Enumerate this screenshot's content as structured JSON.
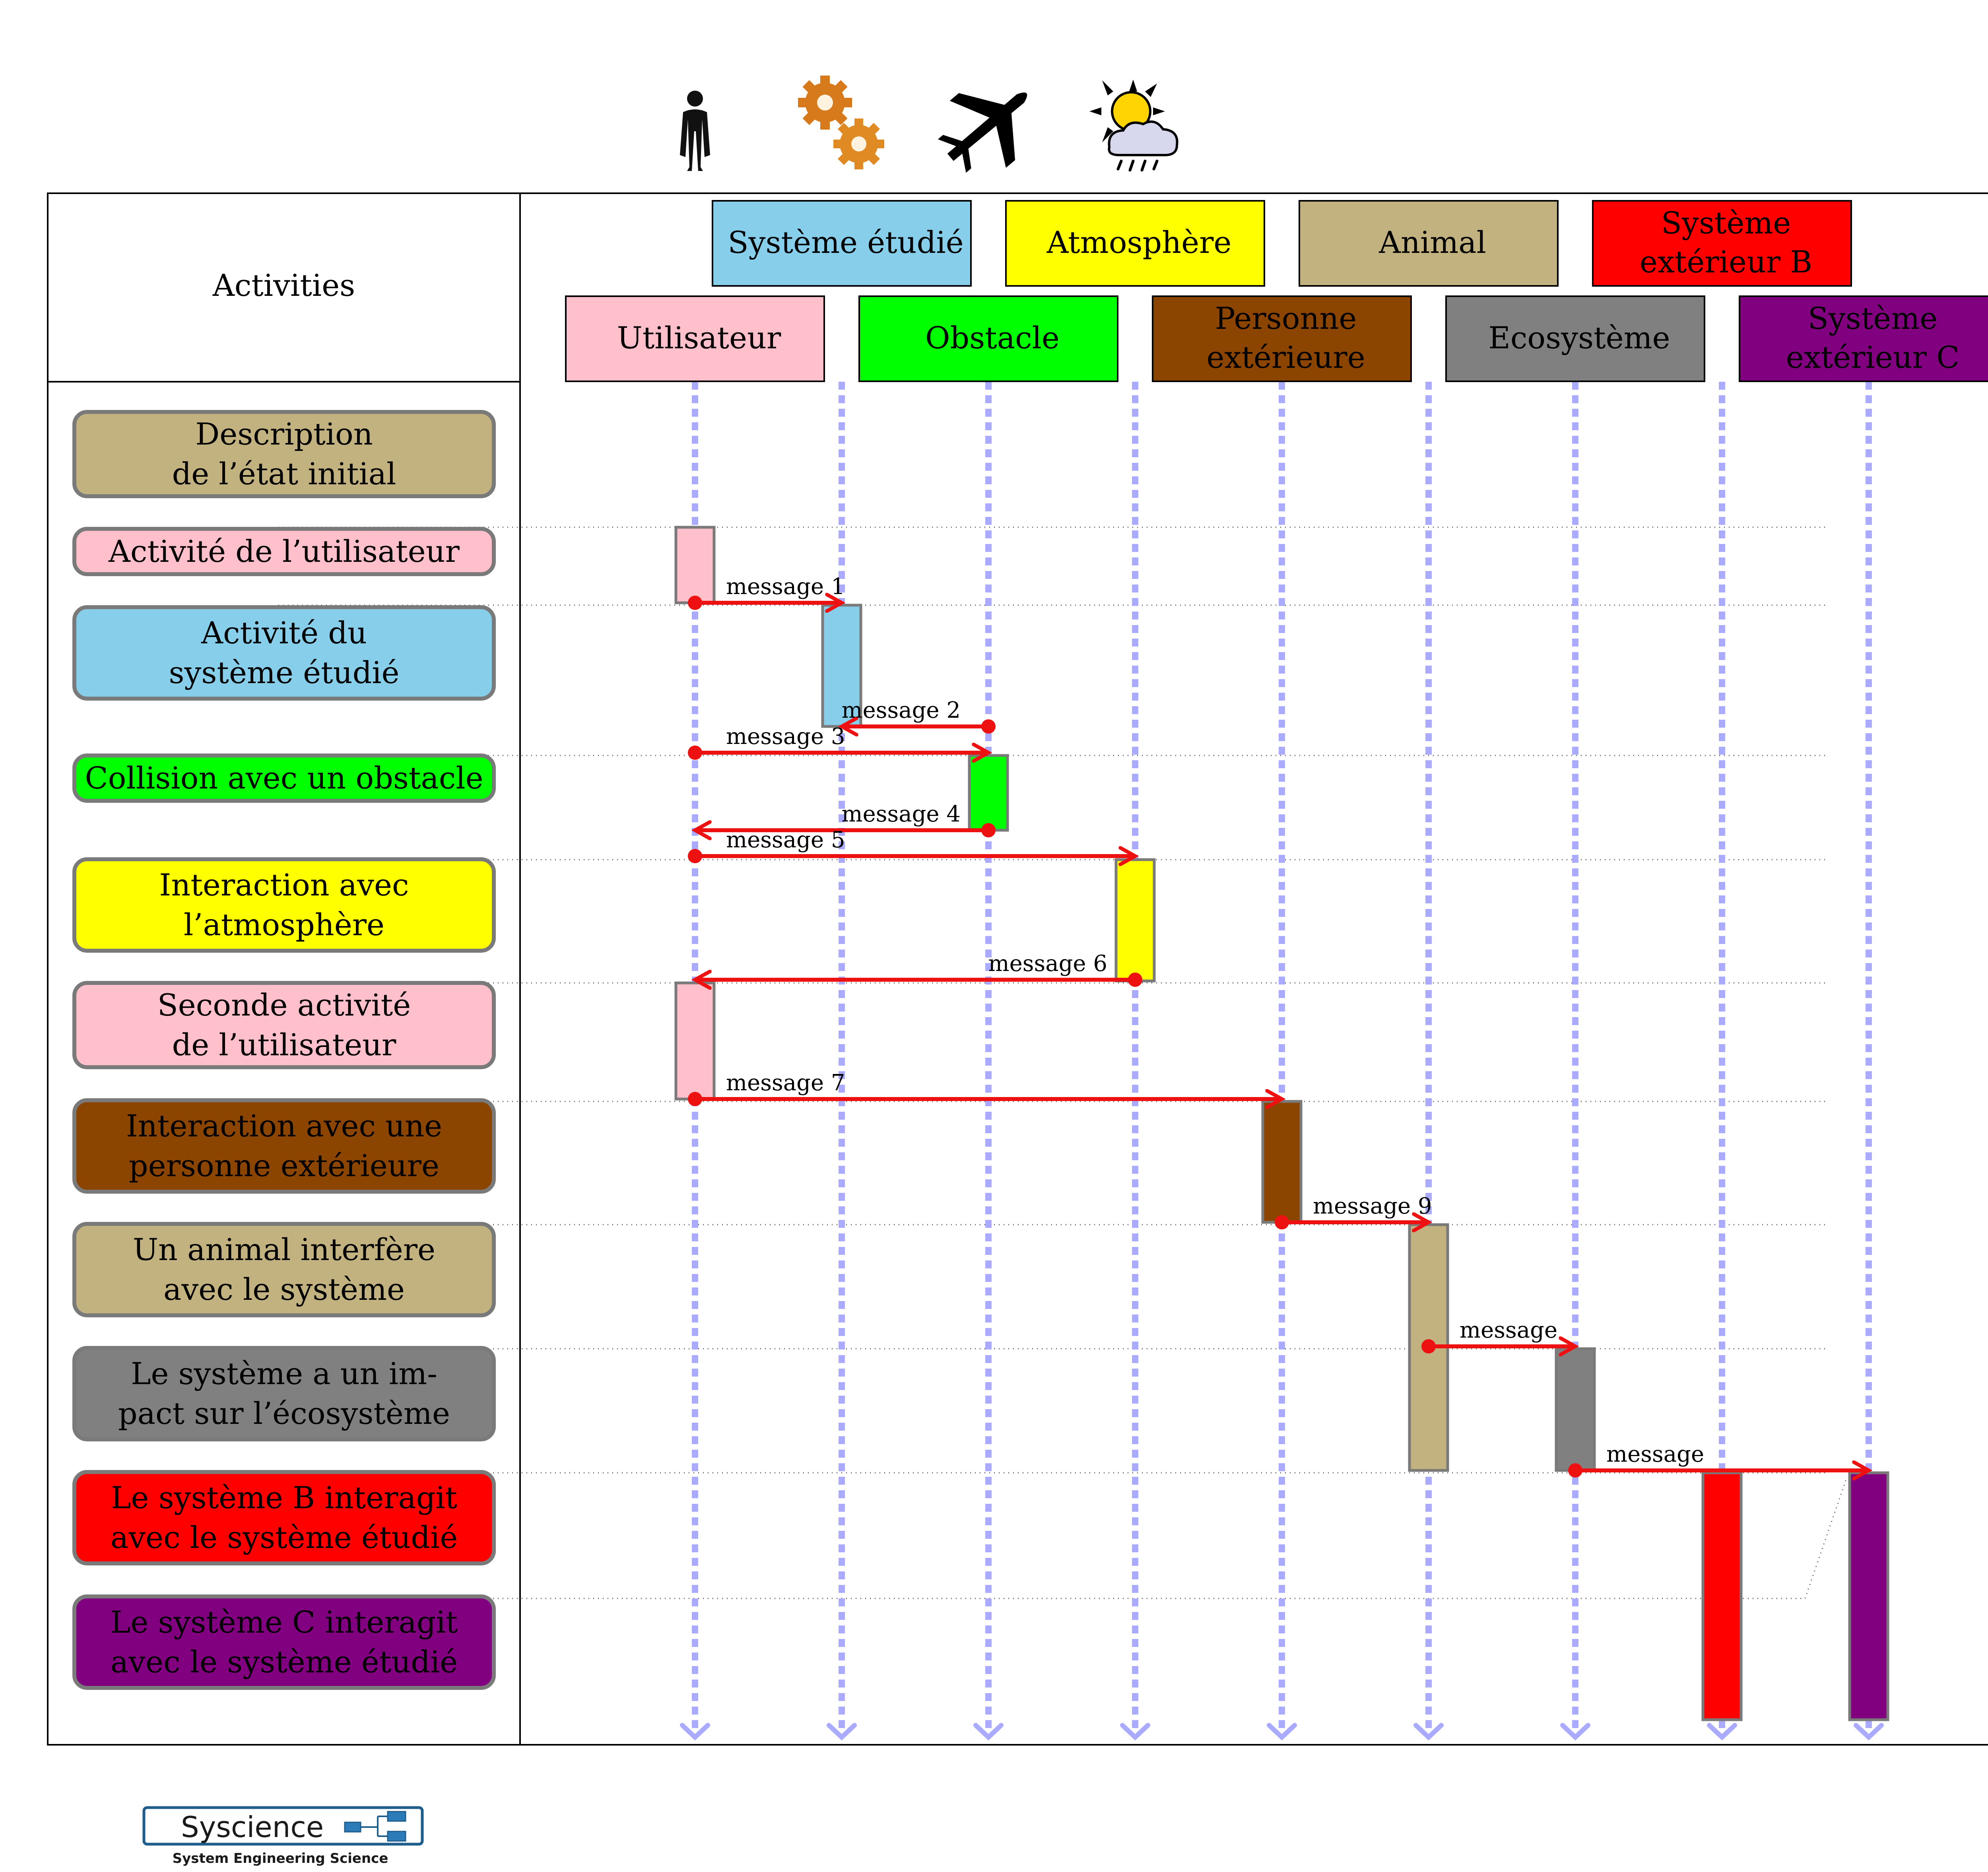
{
  "header": {
    "activities_title": "Activities"
  },
  "top_icons": [
    "human-figure-icon",
    "gears-icon",
    "airplane-icon",
    "weather-sun-cloud-rain-icon"
  ],
  "actors": [
    {
      "id": "utilisateur",
      "lines": [
        "Utilisateur"
      ],
      "fill": "#ffc0cb",
      "text_color": "#000000"
    },
    {
      "id": "systeme-etudie",
      "lines": [
        "Système étudié"
      ],
      "fill": "#87ceeb",
      "text_color": "#000000"
    },
    {
      "id": "obstacle",
      "lines": [
        "Obstacle"
      ],
      "fill": "#00ff00",
      "text_color": "#000000"
    },
    {
      "id": "atmosphere",
      "lines": [
        "Atmosphère"
      ],
      "fill": "#ffff00",
      "text_color": "#000000"
    },
    {
      "id": "personne-exterieure",
      "lines": [
        "Personne",
        "extérieure"
      ],
      "fill": "#8b4500",
      "text_color": "#000000"
    },
    {
      "id": "animal",
      "lines": [
        "Animal"
      ],
      "fill": "#c2b280",
      "text_color": "#000000"
    },
    {
      "id": "ecosysteme",
      "lines": [
        "Ecosystème"
      ],
      "fill": "#808080",
      "text_color": "#000000"
    },
    {
      "id": "systeme-exterieur-b",
      "lines": [
        "Système",
        "extérieur B"
      ],
      "fill": "#ff0000",
      "text_color": "#000000"
    },
    {
      "id": "systeme-exterieur-c",
      "lines": [
        "Système",
        "extérieur C"
      ],
      "fill": "#800080",
      "text_color": "#000000"
    }
  ],
  "activities": [
    {
      "lines": [
        "Description",
        "de l’état initial"
      ],
      "fill": "#c2b280"
    },
    {
      "lines": [
        "Activité de l’utilisateur"
      ],
      "fill": "#ffc0cb"
    },
    {
      "lines": [
        "Activité du",
        "système étudié"
      ],
      "fill": "#87ceeb"
    },
    {
      "lines": [
        "Collision avec un obstacle"
      ],
      "fill": "#00ff00"
    },
    {
      "lines": [
        "Interaction avec",
        "l’atmosphère"
      ],
      "fill": "#ffff00"
    },
    {
      "lines": [
        "Seconde activité",
        "de l’utilisateur"
      ],
      "fill": "#ffc0cb"
    },
    {
      "lines": [
        "Interaction avec une",
        "personne extérieure"
      ],
      "fill": "#8b4500"
    },
    {
      "lines": [
        "Un animal interfère",
        "avec le système"
      ],
      "fill": "#c2b280"
    },
    {
      "lines": [
        "Le système a un im-",
        "pact sur l’écosystème"
      ],
      "fill": "#808080"
    },
    {
      "lines": [
        "Le système B interagit",
        "avec le système étudié"
      ],
      "fill": "#ff0000"
    },
    {
      "lines": [
        "Le système C interagit",
        "avec le système étudié"
      ],
      "fill": "#800080"
    }
  ],
  "messages": [
    {
      "label": "message 1",
      "from": 0,
      "to": 1
    },
    {
      "label": "message 2",
      "from": 2,
      "to": 1
    },
    {
      "label": "message 3",
      "from": 0,
      "to": 2
    },
    {
      "label": "message 4",
      "from": 2,
      "to": 0
    },
    {
      "label": "message 5",
      "from": 0,
      "to": 3
    },
    {
      "label": "message 6",
      "from": 3,
      "to": 0
    },
    {
      "label": "message 7",
      "from": 0,
      "to": 4
    },
    {
      "label": "message 9",
      "from": 4,
      "to": 5
    },
    {
      "label": "message",
      "from": 5,
      "to": 6
    },
    {
      "label": "message",
      "from": 6,
      "to": 8
    }
  ],
  "colors": {
    "lifeline": "#aaaaff",
    "message_arrow": "#ee1111",
    "border": "#000000",
    "activity_box_border": "#7a7a7a"
  },
  "logo": {
    "name": "Syscience",
    "tagline": "System Engineering Science"
  }
}
